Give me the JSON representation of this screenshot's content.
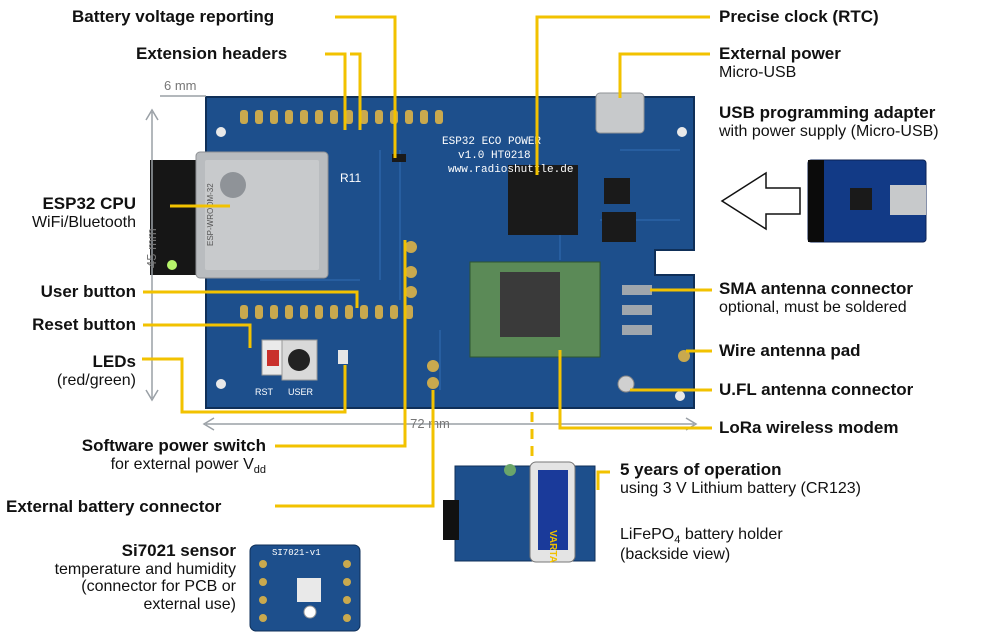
{
  "labels": {
    "battery_voltage": {
      "title": "Battery voltage reporting"
    },
    "extension_headers": {
      "title": "Extension headers"
    },
    "esp32": {
      "title": "ESP32 CPU",
      "sub": "WiFi/Bluetooth"
    },
    "user_button": {
      "title": "User button"
    },
    "reset_button": {
      "title": "Reset button"
    },
    "leds": {
      "title": "LEDs",
      "sub": "(red/green)"
    },
    "software_power": {
      "title": "Software power switch",
      "sub_prefix": "for external power V",
      "sub_suffix": "dd"
    },
    "external_battery": {
      "title": "External battery connector"
    },
    "si7021": {
      "title": "Si7021 sensor",
      "sub1": "temperature and humidity",
      "sub2": "(connector for PCB or",
      "sub3": "external use)"
    },
    "rtc": {
      "title": "Precise clock (RTC)"
    },
    "external_power": {
      "title": "External power",
      "sub": "Micro-USB"
    },
    "usb_adapter": {
      "title": "USB programming adapter",
      "sub": "with power supply (Micro-USB)"
    },
    "sma": {
      "title": "SMA antenna connector",
      "sub": "optional, must be soldered"
    },
    "wire_antenna": {
      "title": "Wire antenna pad"
    },
    "ufl": {
      "title": "U.FL antenna connector"
    },
    "lora": {
      "title": "LoRa wireless modem"
    },
    "operation": {
      "title": "5 years of operation",
      "sub": "using 3 V Lithium battery (CR123)"
    },
    "lifepo": {
      "line1_prefix": "LiFePO",
      "line1_sub": "4",
      "line1_suffix": " battery holder",
      "line2": "(backside view)"
    }
  },
  "dimensions": {
    "left_margin": "6 mm",
    "height": "45 mm",
    "width": "72 mm"
  },
  "board": {
    "title": "ESP32 ECO POWER",
    "version": "v1.0 HT0218",
    "url": "www.radioshuttle.de",
    "module_name": "ESP-WROOM-32",
    "silk_rst": "RST",
    "silk_user": "USER",
    "silk_r11": "R11",
    "battery_brand": "VARTA",
    "sensor_label": "SI7021-v1"
  },
  "colors": {
    "line": "#f2c200",
    "board": "#1d4f8c",
    "board_dark": "#163f72",
    "board_edge": "#0f2f58",
    "gold": "#c9a94e",
    "module": "#b9bcbf"
  }
}
